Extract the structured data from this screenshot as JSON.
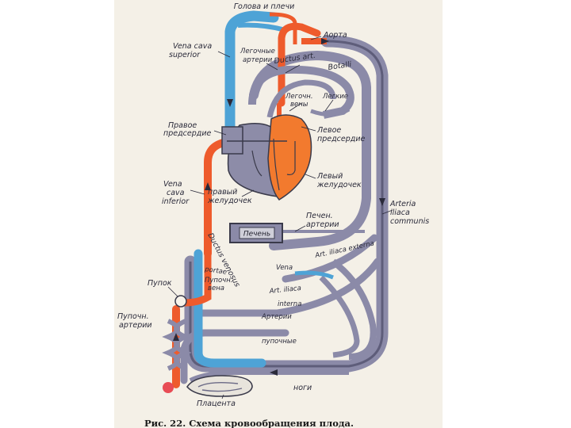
{
  "colors": {
    "arterial": "#ee5b2c",
    "venous": "#4ea3d6",
    "mixed": "#8b8aa8",
    "mixed_dark": "#5e5d7a",
    "heart_left": "#f27a2e",
    "heart_right": "#8d8ca8",
    "outline": "#3a3a4a",
    "paper": "#f4f0e7"
  },
  "labels": {
    "head": "Голова и плечи",
    "aorta": "Аорта",
    "svc": "Vena cava superior",
    "pulm_arteries": "Легочные артерии",
    "ductus_arteriosus": "Ductus art. Botalli",
    "pulm_veins": "Легочн. вены",
    "lungs": "Легкие",
    "right_atrium": "Правое предсердие",
    "left_atrium": "Левое предсердие",
    "left_ventricle": "Левый желудочек",
    "ivc": "Vena cava inferior",
    "right_ventricle": "Правый желудочек",
    "hepatic_arteries": "Печен. артерии",
    "liver": "Печень",
    "arteria_iliaca": "Arteria iliaca communis",
    "ductus_venosus": "Ductus venosus",
    "art_iliaca_externa": "Art. iliaca externa",
    "vena_portae": "Vena portae",
    "art_iliaca_interna": "Art. iliaca interna",
    "umbilical_vein": "Пупочн. вена",
    "navel": "Пупок",
    "umbilical_arteries": "Пупочн. артерии",
    "arteries": "Артерии",
    "umbilical": "пупочные",
    "legs": "ноги",
    "placenta": "Плацента"
  },
  "caption": "Рис. 22. Схема кровообращения плода."
}
